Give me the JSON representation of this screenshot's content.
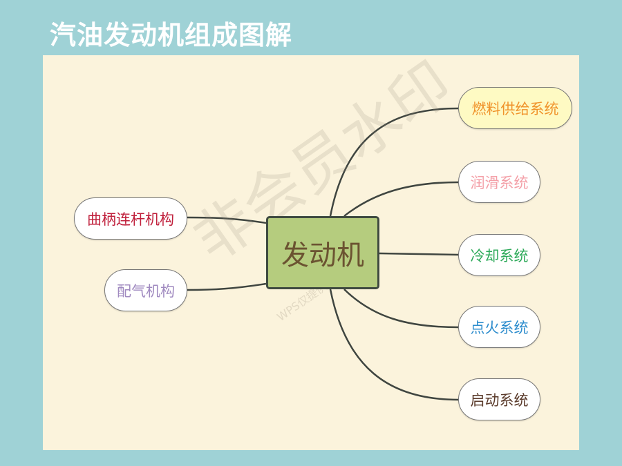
{
  "title": "汽油发动机组成图解",
  "center": {
    "label": "发动机",
    "color": "#b5cc7e"
  },
  "right_nodes": [
    {
      "label": "燃料供给系统",
      "color": "#f0932b",
      "fill": "#fefac3"
    },
    {
      "label": "润滑系统",
      "color": "#f4a0a8",
      "fill": "#ffffff"
    },
    {
      "label": "冷却系统",
      "color": "#2eaa5a",
      "fill": "#ffffff"
    },
    {
      "label": "点火系统",
      "color": "#2c8ccd",
      "fill": "#ffffff"
    },
    {
      "label": "启动系统",
      "color": "#5a3a2a",
      "fill": "#ffffff"
    }
  ],
  "left_nodes": [
    {
      "label": "曲柄连杆机构",
      "color": "#c0203c",
      "fill": "#ffffff"
    },
    {
      "label": "配气机构",
      "color": "#a08ac0",
      "fill": "#ffffff"
    }
  ],
  "watermark": {
    "main": "非会员水印",
    "sub": "WPS仅提供技术能力"
  }
}
